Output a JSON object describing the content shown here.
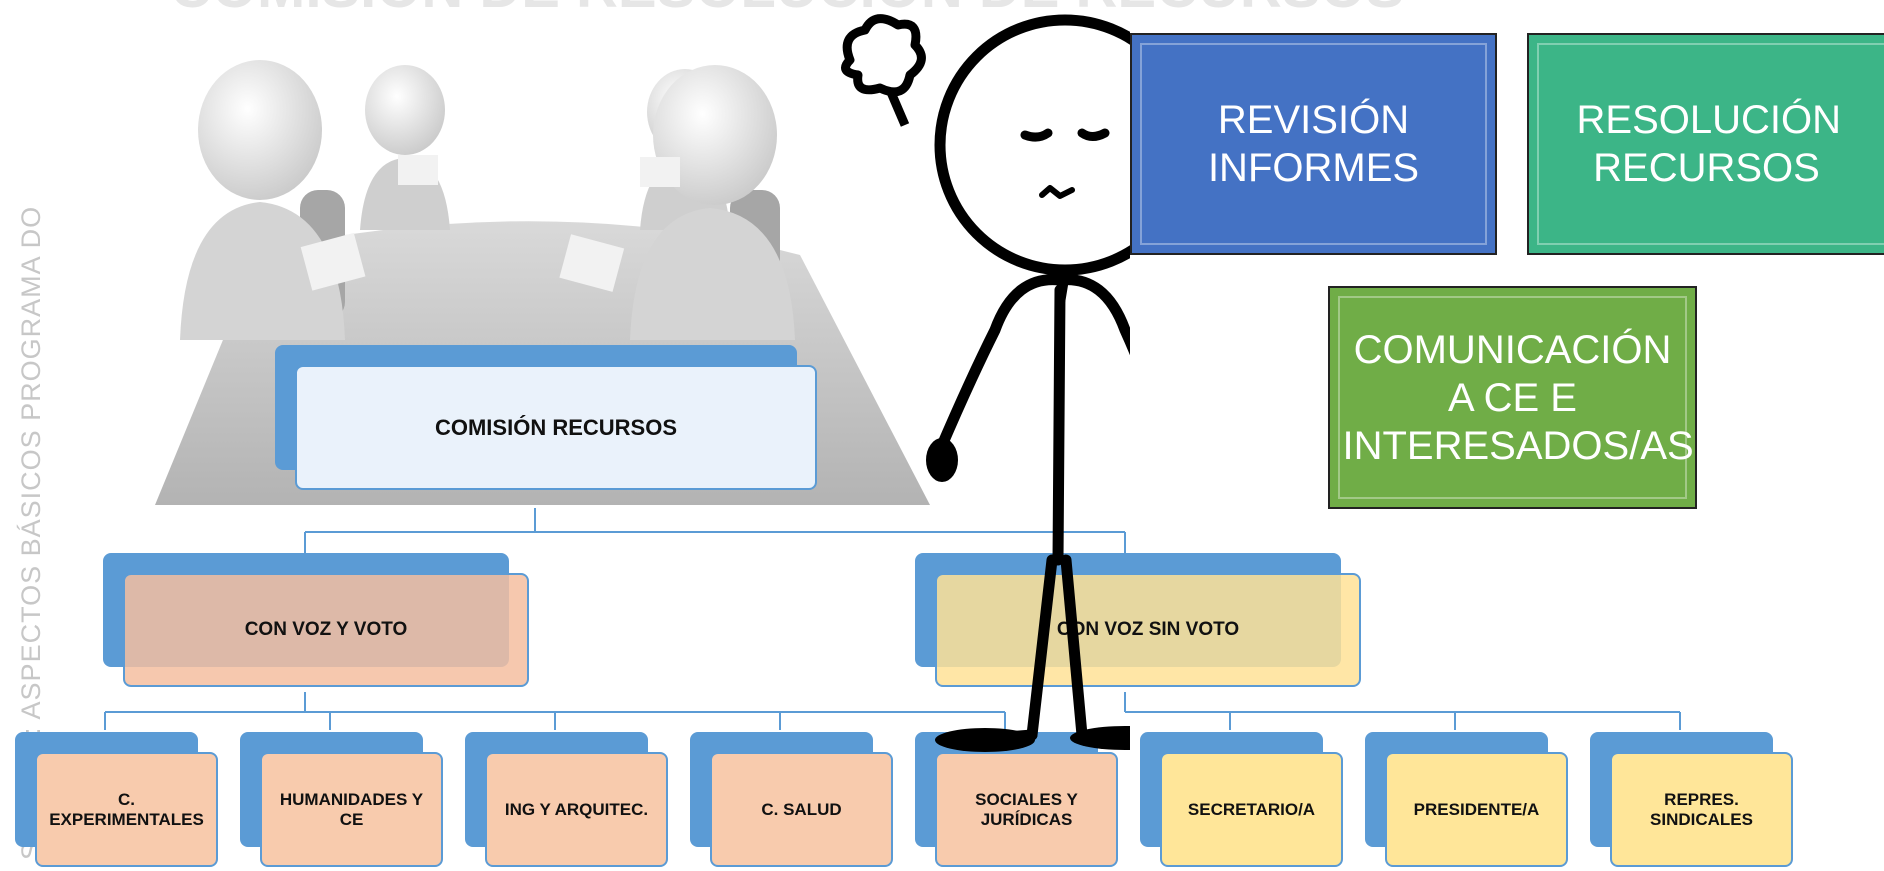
{
  "side_title": "SESIÓN I: ASPECTOS BÁSICOS PROGRAMA DO",
  "top_title": "COMISIÓN DE RESOLUCIÓN DE RECURSOS",
  "process_boxes": {
    "revision": "REVISIÓN INFORMES",
    "resolucion": "RESOLUCIÓN RECURSOS",
    "comunicacion": "COMUNICACIÓN A CE E INTERESADOS/AS"
  },
  "org": {
    "root": "COMISIÓN RECURSOS",
    "voz_voto": "CON VOZ Y VOTO",
    "voz_sin_voto": "CON VOZ SIN VOTO",
    "voz_voto_children": [
      "C. EXPERIMENTALES",
      "HUMANIDADES Y CE",
      "ING Y ARQUITEC.",
      "C. SALUD",
      "SOCIALES Y JURÍDICAS"
    ],
    "voz_sin_voto_children": [
      "SECRETARIO/A",
      "PRESIDENTE/A",
      "REPRES. SINDICALES"
    ]
  },
  "colors": {
    "blue": "#4472c4",
    "teal": "#3cb587",
    "green": "#70ad47",
    "connector": "#5b9bd5",
    "salmon": "#f8cbad",
    "yellow": "#ffe699"
  }
}
